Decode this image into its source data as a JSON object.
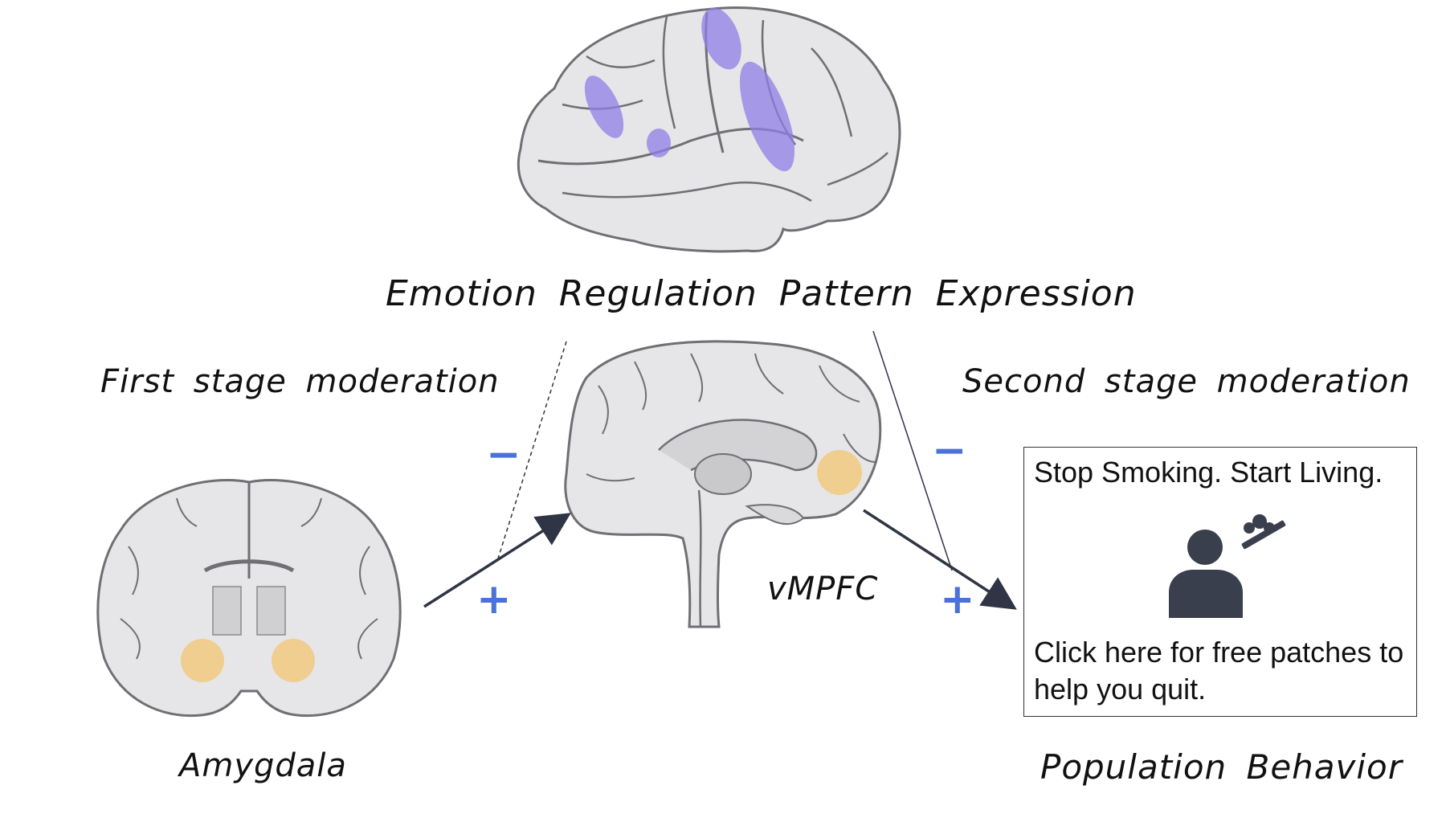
{
  "title": "Emotion Regulation Pattern Expression",
  "stages": {
    "first": "First stage moderation",
    "second": "Second stage moderation"
  },
  "regions": {
    "amygdala": "Amygdala",
    "vmpfc": "vMPFC",
    "behavior": "Population Behavior"
  },
  "signs": {
    "minus": "−",
    "plus": "+"
  },
  "ad": {
    "headline": "Stop Smoking. Start Living.",
    "body": "Click here for free patches to help you quit.",
    "icon": "person-smoking-icon"
  },
  "colors": {
    "highlight_purple": "#8f7ee6",
    "highlight_yellow": "#f2c36b",
    "sign_blue": "#4a72d8",
    "brain_fill": "#e6e6e8",
    "brain_stroke": "#6f6f74"
  }
}
